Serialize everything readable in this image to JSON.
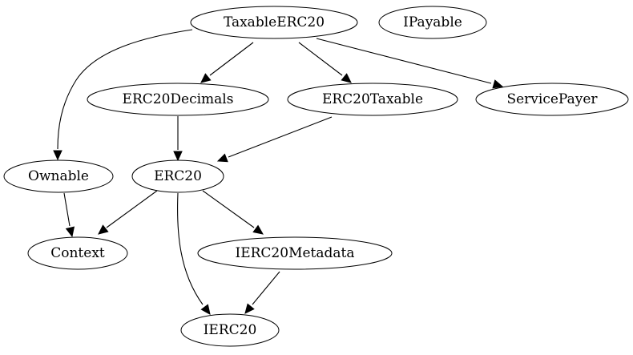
{
  "diagram": {
    "nodes": [
      {
        "id": "TaxableERC20",
        "label": "TaxableERC20"
      },
      {
        "id": "IPayable",
        "label": "IPayable"
      },
      {
        "id": "ERC20Decimals",
        "label": "ERC20Decimals"
      },
      {
        "id": "ERC20Taxable",
        "label": "ERC20Taxable"
      },
      {
        "id": "ServicePayer",
        "label": "ServicePayer"
      },
      {
        "id": "Ownable",
        "label": "Ownable"
      },
      {
        "id": "ERC20",
        "label": "ERC20"
      },
      {
        "id": "Context",
        "label": "Context"
      },
      {
        "id": "IERC20Metadata",
        "label": "IERC20Metadata"
      },
      {
        "id": "IERC20",
        "label": "IERC20"
      }
    ],
    "edges": [
      {
        "from": "TaxableERC20",
        "to": "Ownable"
      },
      {
        "from": "TaxableERC20",
        "to": "ERC20Decimals"
      },
      {
        "from": "TaxableERC20",
        "to": "ERC20Taxable"
      },
      {
        "from": "TaxableERC20",
        "to": "ServicePayer"
      },
      {
        "from": "ERC20Decimals",
        "to": "ERC20"
      },
      {
        "from": "ERC20Taxable",
        "to": "ERC20"
      },
      {
        "from": "Ownable",
        "to": "Context"
      },
      {
        "from": "ERC20",
        "to": "Context"
      },
      {
        "from": "ERC20",
        "to": "IERC20Metadata"
      },
      {
        "from": "ERC20",
        "to": "IERC20"
      },
      {
        "from": "IERC20Metadata",
        "to": "IERC20"
      }
    ]
  }
}
